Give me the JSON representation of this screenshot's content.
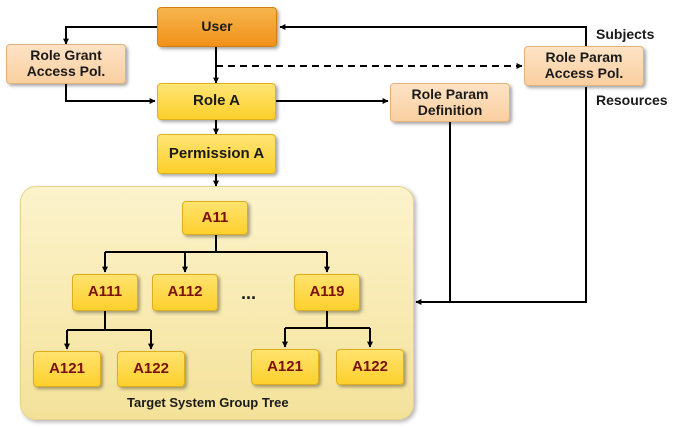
{
  "nodes": {
    "user": "User",
    "role_grant": "Role Grant\nAccess Pol.",
    "role_a": "Role A",
    "role_param_def": "Role Param\nDefinition",
    "role_param_access": "Role Param\nAccess Pol.",
    "permission_a": "Permission A",
    "a11": "A11",
    "a111": "A111",
    "a112": "A112",
    "ellipsis": "...",
    "a119": "A119",
    "a121_left": "A121",
    "a122_left": "A122",
    "a121_right": "A121",
    "a122_right": "A122"
  },
  "labels": {
    "subjects": "Subjects",
    "resources": "Resources",
    "panel_caption": "Target System Group Tree"
  },
  "colors": {
    "user_fill": "#f0921a",
    "policy_fill": "#f9cfa0",
    "role_fill": "#fccf2a",
    "tree_node_text": "#7a1010",
    "panel_fill": "#f4e29a",
    "connector": "#000000"
  }
}
